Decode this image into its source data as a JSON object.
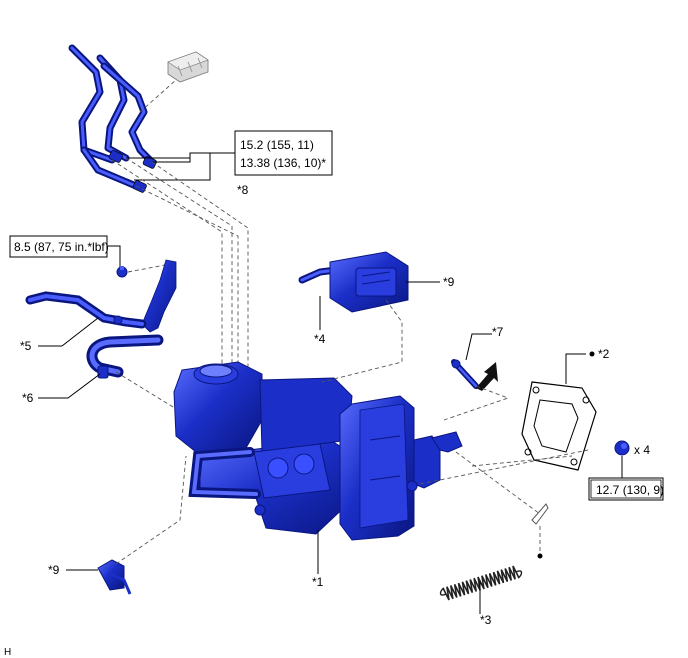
{
  "callouts": {
    "c8": "*8",
    "c9_top": "*9",
    "c4": "*4",
    "c7": "*7",
    "c5": "*5",
    "c6": "*6",
    "c2": "*2",
    "c9_bottom": "*9",
    "c1": "*1",
    "c3": "*3",
    "qty": "x 4",
    "corner": "H"
  },
  "torque": {
    "lines_1": "15.2 (155, 11)",
    "lines_2": "13.38 (136, 10)*",
    "bracket": "8.5 (87, 75 in.*lbf)",
    "nut": "12.7 (130, 9)"
  },
  "colors": {
    "part_blue": "#1b2fc8",
    "part_dark": "#0a1680",
    "part_light": "#6f80ff"
  },
  "icons": [
    "connector-icon",
    "arrow-icon",
    "bullet-dot"
  ]
}
